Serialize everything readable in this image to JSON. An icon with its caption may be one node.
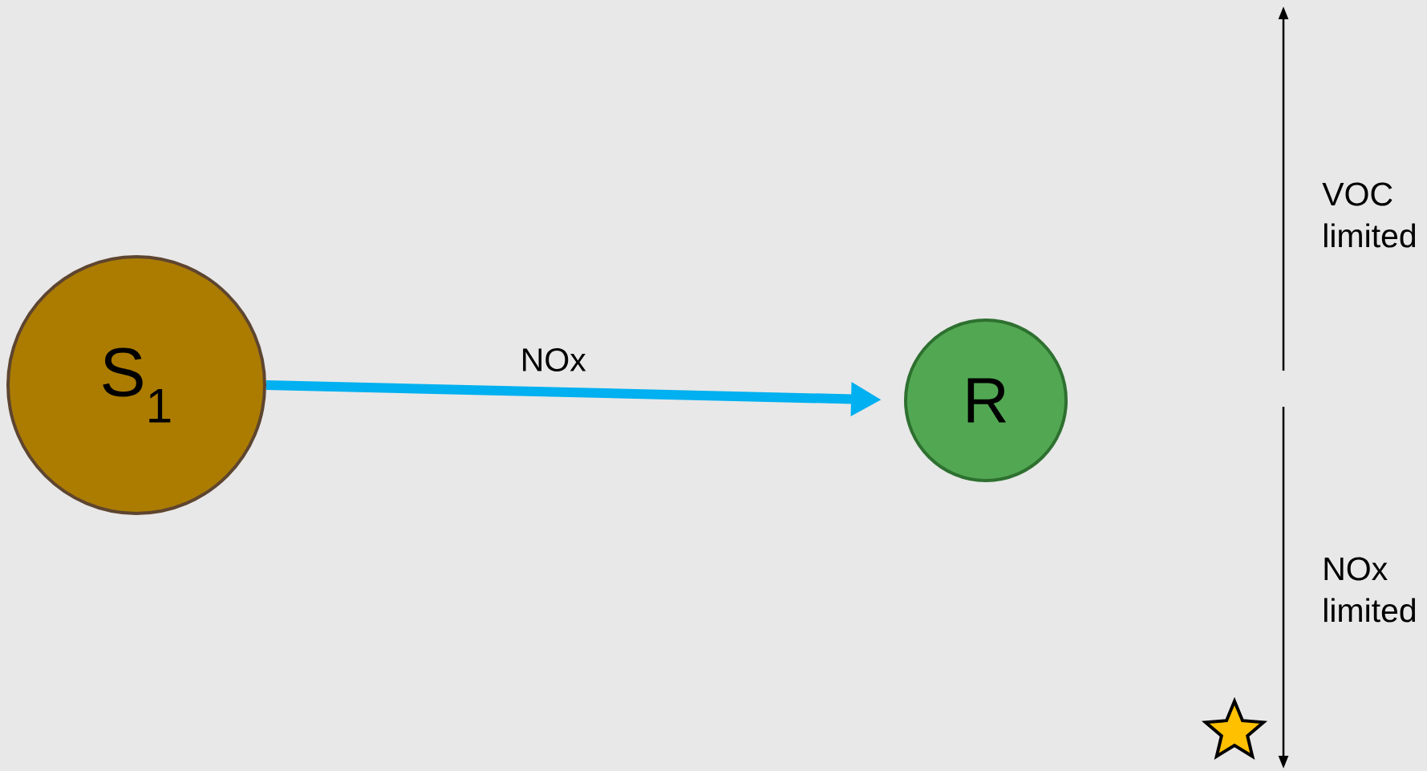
{
  "diagram": {
    "nodes": [
      {
        "text": [
          "S$_{1}$"
        ]
      },
      {
        "text": [
          "R"
        ]
      }
    ],
    "edges": [
      {
        "from": 0,
        "to": 1,
        "arrow": "to",
        "label": "NOx",
        "color": "#00b0f0"
      }
    ],
    "labels": [
      "VOC limited",
      "NOx limited"
    ]
  }
}
